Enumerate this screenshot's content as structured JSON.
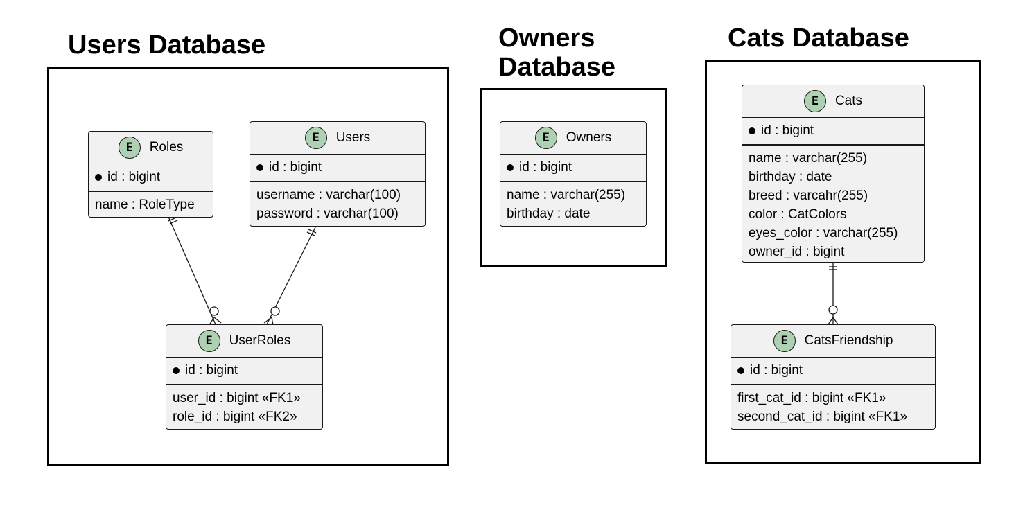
{
  "packages": {
    "users": {
      "title": "Users Database"
    },
    "owners": {
      "title_line1": "Owners",
      "title_line2": "Database"
    },
    "cats": {
      "title": "Cats Database"
    }
  },
  "entities": {
    "roles": {
      "badge": "E",
      "name": "Roles",
      "pk": "id : bigint",
      "attrs": [
        "name : RoleType"
      ]
    },
    "users": {
      "badge": "E",
      "name": "Users",
      "pk": "id : bigint",
      "attrs": [
        "username : varchar(100)",
        "password : varchar(100)"
      ]
    },
    "userroles": {
      "badge": "E",
      "name": "UserRoles",
      "pk": "id : bigint",
      "attrs": [
        "user_id : bigint «FK1»",
        "role_id : bigint «FK2»"
      ]
    },
    "owners": {
      "badge": "E",
      "name": "Owners",
      "pk": "id : bigint",
      "attrs": [
        "name : varchar(255)",
        "birthday : date"
      ]
    },
    "cats": {
      "badge": "E",
      "name": "Cats",
      "pk": "id : bigint",
      "attrs": [
        "name : varchar(255)",
        "birthday : date",
        "breed : varcahr(255)",
        "color : CatColors",
        "eyes_color : varchar(255)",
        "owner_id : bigint"
      ]
    },
    "catsfriendship": {
      "badge": "E",
      "name": "CatsFriendship",
      "pk": "id : bigint",
      "attrs": [
        "first_cat_id : bigint «FK1»",
        "second_cat_id : bigint «FK1»"
      ]
    }
  },
  "relations": [
    {
      "from": "Roles",
      "to": "UserRoles",
      "from_cardinality": "exactly-one",
      "to_cardinality": "zero-or-many"
    },
    {
      "from": "Users",
      "to": "UserRoles",
      "from_cardinality": "exactly-one",
      "to_cardinality": "zero-or-many"
    },
    {
      "from": "Cats",
      "to": "CatsFriendship",
      "from_cardinality": "exactly-one",
      "to_cardinality": "zero-or-many"
    }
  ],
  "colors": {
    "entity_fill": "#f1f1f1",
    "badge_fill": "#add1b2",
    "border": "#181818"
  }
}
